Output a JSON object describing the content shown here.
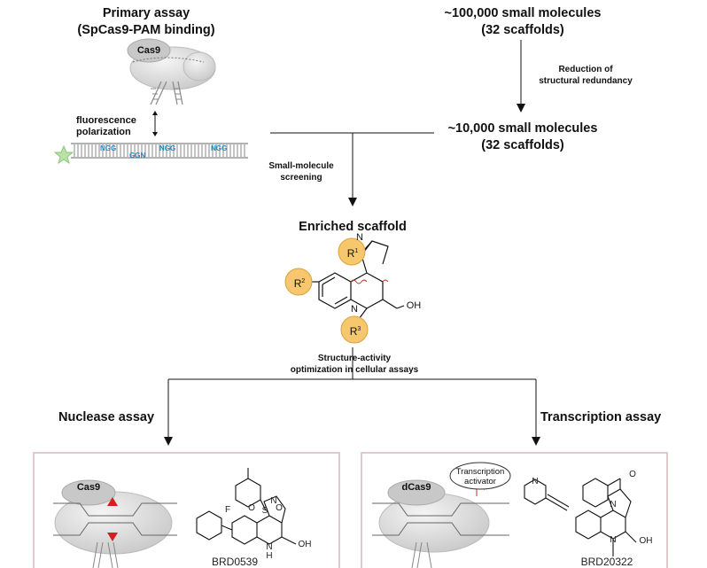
{
  "primary": {
    "title_line1": "Primary assay",
    "title_line2": "(SpCas9-PAM binding)",
    "cas9": "Cas9",
    "fp_line1": "fluorescence",
    "fp_line2": "polarization",
    "seq": [
      "NGG",
      "NGG",
      "NGG",
      "GGN"
    ]
  },
  "library": {
    "top_line1": "~100,000 small molecules",
    "top_line2": "(32 scaffolds)",
    "reduction_line1": "Reduction of",
    "reduction_line2": "structural redundancy",
    "mid_line1": "~10,000 small molecules",
    "mid_line2": "(32 scaffolds)"
  },
  "screening": {
    "line1": "Small-molecule",
    "line2": "screening"
  },
  "scaffold": {
    "title": "Enriched scaffold",
    "r1": "R",
    "r1_sup": "1",
    "r2": "R",
    "r2_sup": "2",
    "r3": "R",
    "r3_sup": "3",
    "n_top": "N",
    "n_bottom": "N",
    "oh": "OH"
  },
  "sar": {
    "line1": "Structure-activity",
    "line2": "optimization in cellular assays"
  },
  "nuclease": {
    "title": "Nuclease assay",
    "protein": "Cas9",
    "compound": "BRD0539",
    "f": "F",
    "s": "S",
    "o1": "O",
    "o2": "O",
    "n": "N",
    "nh_n": "N",
    "nh_h": "H",
    "oh": "OH"
  },
  "transcription": {
    "title": "Transcription assay",
    "protein": "dCas9",
    "activator_line1": "Transcription",
    "activator_line2": "activator",
    "compound": "BRD20322",
    "o": "O",
    "n_py": "N",
    "n1": "N",
    "n2": "N",
    "oh": "OH"
  },
  "colors": {
    "r_group_fill": "#f6c76c",
    "r_group_stroke": "#d9a23c",
    "seq_text": "#1f8fc9",
    "box_border": "#d9b8bd",
    "arrow_red": "#d62020"
  }
}
